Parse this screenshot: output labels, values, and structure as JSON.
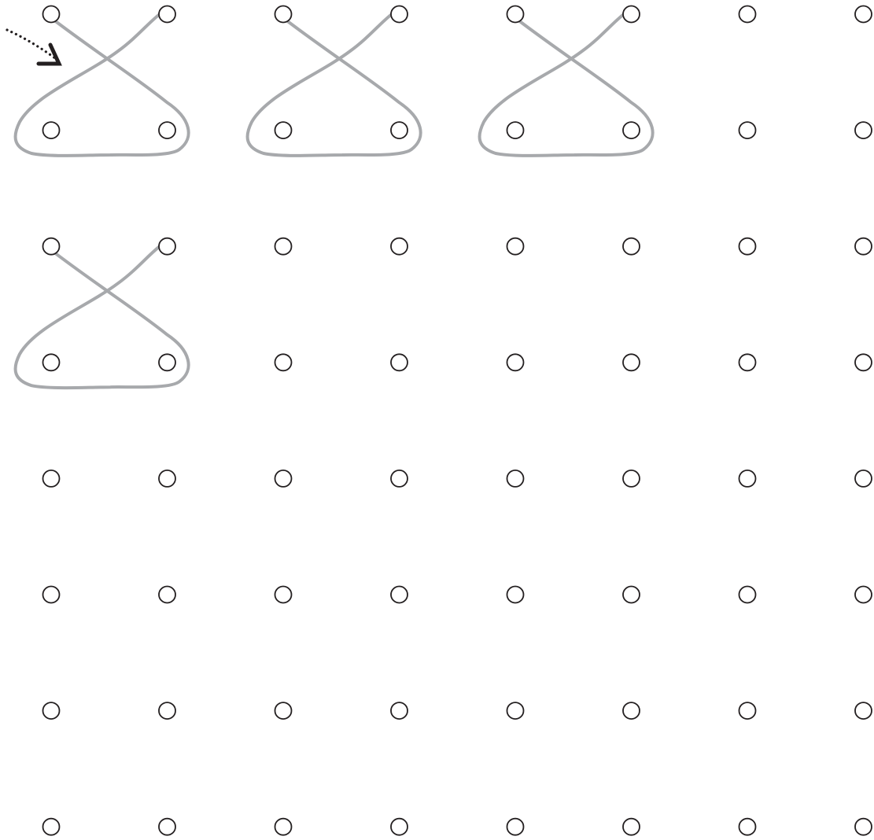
{
  "board": {
    "grid_columns": 8,
    "grid_rows": 8,
    "hole_shape": "circle",
    "laced_patterns": [
      {
        "name": "cross-loop",
        "top_left_cell": [
          0,
          0
        ]
      },
      {
        "name": "cross-loop",
        "top_left_cell": [
          2,
          0
        ]
      },
      {
        "name": "cross-loop",
        "top_left_cell": [
          4,
          0
        ]
      },
      {
        "name": "cross-loop",
        "top_left_cell": [
          0,
          2
        ]
      }
    ],
    "start_marker": {
      "icon": "dotted-arrow-icon",
      "points_to_cell": [
        0,
        0
      ]
    }
  },
  "colors": {
    "background": "#ffffff",
    "hole_stroke": "#231f20",
    "lace": "#a7a9ac",
    "arrow": "#231f20"
  }
}
